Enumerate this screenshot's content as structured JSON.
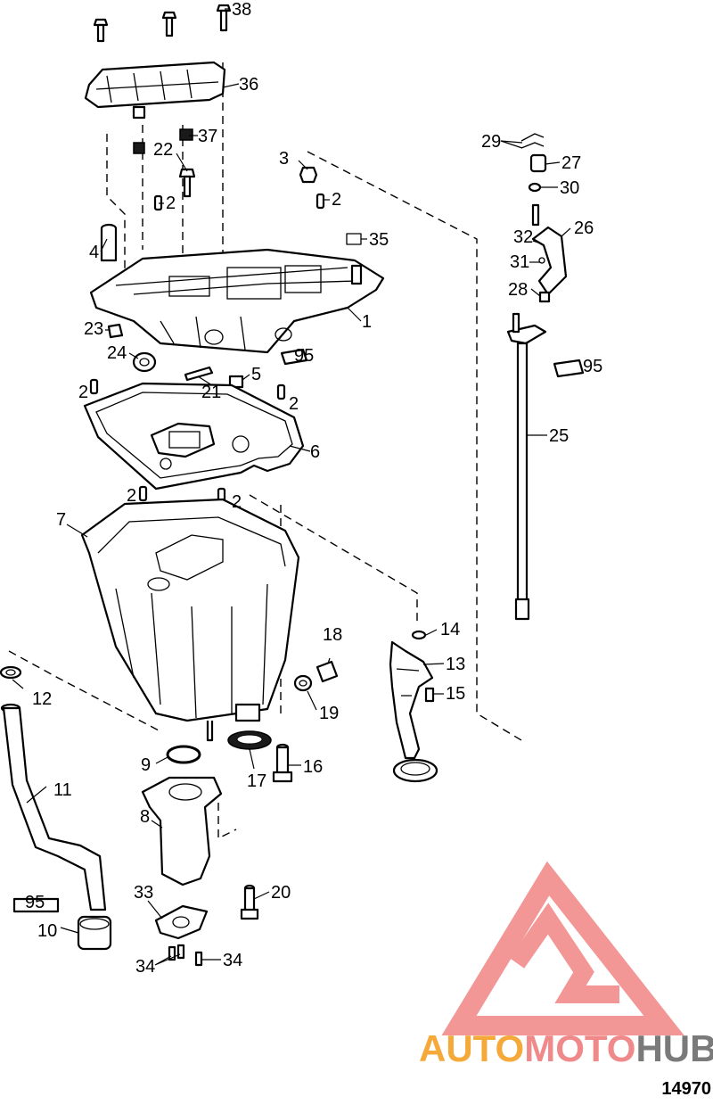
{
  "callouts": [
    {
      "id": "c1",
      "text": "1"
    },
    {
      "id": "c2a",
      "text": "2"
    },
    {
      "id": "c2b",
      "text": "2"
    },
    {
      "id": "c2c",
      "text": "2"
    },
    {
      "id": "c2d",
      "text": "2"
    },
    {
      "id": "c2e",
      "text": "2"
    },
    {
      "id": "c2f",
      "text": "2"
    },
    {
      "id": "c3",
      "text": "3"
    },
    {
      "id": "c4",
      "text": "4"
    },
    {
      "id": "c5",
      "text": "5"
    },
    {
      "id": "c6",
      "text": "6"
    },
    {
      "id": "c7",
      "text": "7"
    },
    {
      "id": "c8",
      "text": "8"
    },
    {
      "id": "c9",
      "text": "9"
    },
    {
      "id": "c10",
      "text": "10"
    },
    {
      "id": "c11",
      "text": "11"
    },
    {
      "id": "c12",
      "text": "12"
    },
    {
      "id": "c13",
      "text": "13"
    },
    {
      "id": "c14",
      "text": "14"
    },
    {
      "id": "c15",
      "text": "15"
    },
    {
      "id": "c16",
      "text": "16"
    },
    {
      "id": "c17",
      "text": "17"
    },
    {
      "id": "c18",
      "text": "18"
    },
    {
      "id": "c19",
      "text": "19"
    },
    {
      "id": "c20",
      "text": "20"
    },
    {
      "id": "c21",
      "text": "21"
    },
    {
      "id": "c22",
      "text": "22"
    },
    {
      "id": "c23",
      "text": "23"
    },
    {
      "id": "c24",
      "text": "24"
    },
    {
      "id": "c25",
      "text": "25"
    },
    {
      "id": "c26",
      "text": "26"
    },
    {
      "id": "c27",
      "text": "27"
    },
    {
      "id": "c28",
      "text": "28"
    },
    {
      "id": "c29",
      "text": "29"
    },
    {
      "id": "c30",
      "text": "30"
    },
    {
      "id": "c31",
      "text": "31"
    },
    {
      "id": "c32",
      "text": "32"
    },
    {
      "id": "c33",
      "text": "33"
    },
    {
      "id": "c34a",
      "text": "34"
    },
    {
      "id": "c34b",
      "text": "34"
    },
    {
      "id": "c35",
      "text": "35"
    },
    {
      "id": "c36",
      "text": "36"
    },
    {
      "id": "c37",
      "text": "37"
    },
    {
      "id": "c38",
      "text": "38"
    },
    {
      "id": "c95a",
      "text": "95"
    },
    {
      "id": "c95b",
      "text": "95"
    },
    {
      "id": "c95c",
      "text": "95"
    }
  ],
  "watermark": {
    "part1": "AUTO",
    "part2": "MOTO",
    "part3": "HUB",
    "color1": "#f4a93a",
    "color2": "#f08a8a",
    "color3": "#7a7a7a",
    "logo_color": "#f28b8b"
  },
  "drawing_number": "14970"
}
